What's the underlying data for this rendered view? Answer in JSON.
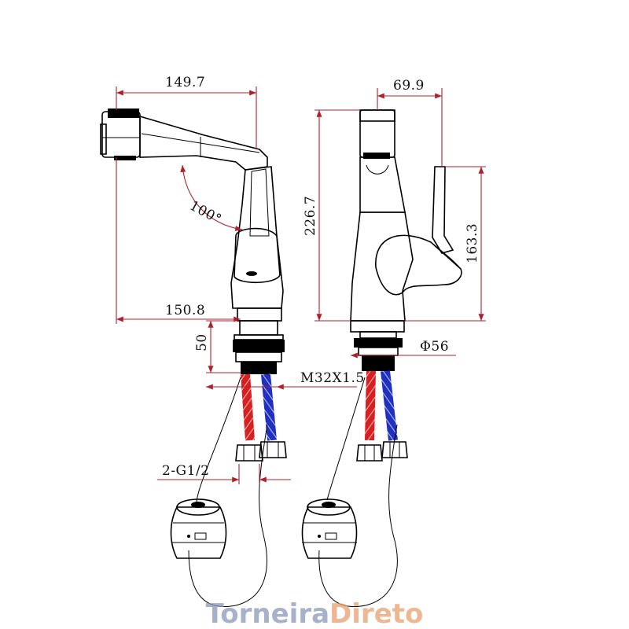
{
  "dimensions": {
    "spout_reach": "149.7",
    "spout_width": "69.9",
    "rotation_angle": "100°",
    "height_total": "226.7",
    "handle_height": "163.3",
    "base_to_spout": "150.8",
    "shank_length": "50",
    "base_diameter": "Φ56",
    "thread": "M32X1.5",
    "hose_thread": "2-G1/2"
  },
  "watermark": {
    "part1": "Torneira",
    "part2": "Direto",
    "color1": "#8a97b8",
    "color2": "#e8a070"
  },
  "colors": {
    "dimension_line": "#b0202c",
    "hot_hose": "#d82020",
    "cold_hose": "#2030c0"
  }
}
